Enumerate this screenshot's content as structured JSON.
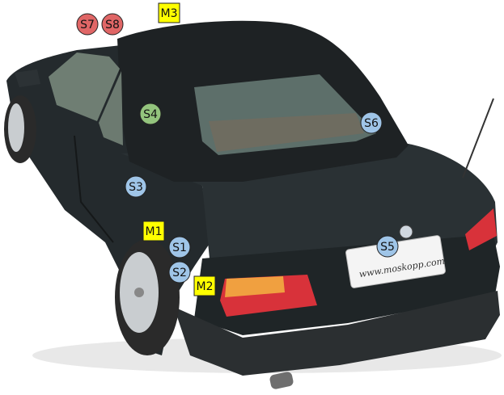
{
  "plate": {
    "text": "www.moskopp.com"
  },
  "colors": {
    "background": "#ffffff",
    "car_body": "#242a2d",
    "car_body_light": "#3a4246",
    "roof": "#1e2224",
    "glass": "#5d6f6a",
    "bumper": "#2b2f31",
    "tail_red": "#d8323a",
    "tail_amber": "#f0a040",
    "wheel": "#c9cdd0",
    "tire": "#2a2a2a",
    "circle_blue": "#9fc5e8",
    "circle_green": "#93c47d",
    "circle_red": "#e06666",
    "square_yellow": "#ffff00"
  },
  "markers": [
    {
      "id": "S7",
      "label": "S7",
      "shape": "circle",
      "color": "red"
    },
    {
      "id": "S8",
      "label": "S8",
      "shape": "circle",
      "color": "red"
    },
    {
      "id": "M3",
      "label": "M3",
      "shape": "square",
      "color": "yellow"
    },
    {
      "id": "S4",
      "label": "S4",
      "shape": "circle",
      "color": "green"
    },
    {
      "id": "S6",
      "label": "S6",
      "shape": "circle",
      "color": "blue"
    },
    {
      "id": "S3",
      "label": "S3",
      "shape": "circle",
      "color": "blue"
    },
    {
      "id": "M1",
      "label": "M1",
      "shape": "square",
      "color": "yellow"
    },
    {
      "id": "S1",
      "label": "S1",
      "shape": "circle",
      "color": "blue"
    },
    {
      "id": "S5",
      "label": "S5",
      "shape": "circle",
      "color": "blue"
    },
    {
      "id": "S2",
      "label": "S2",
      "shape": "circle",
      "color": "blue"
    },
    {
      "id": "M2",
      "label": "M2",
      "shape": "square",
      "color": "yellow"
    }
  ]
}
